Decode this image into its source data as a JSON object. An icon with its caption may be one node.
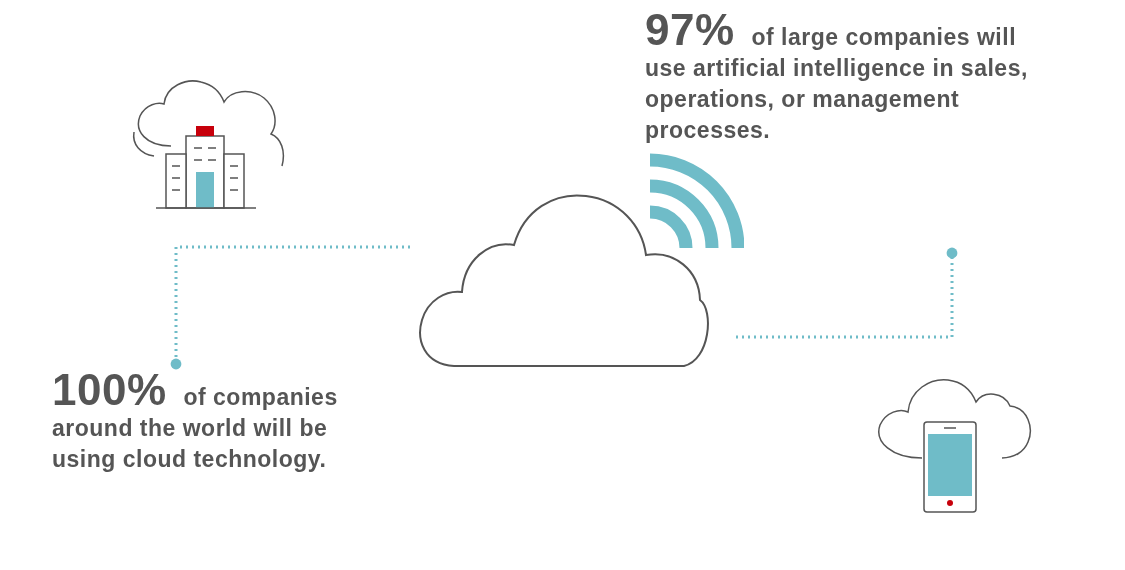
{
  "diagram": {
    "nodes": [
      {
        "text": [],
        "shape": "picture"
      },
      {
        "text": [],
        "shape": "cloud"
      },
      {
        "text": [],
        "shape": "picture"
      },
      {
        "text": [
          "97%",
          "of large companies will use artificial intelligence in sales, operations, or management processes."
        ]
      },
      {
        "text": [
          "100%",
          "of companies around the world will be using cloud technology."
        ]
      }
    ],
    "edges": [
      {
        "from": 1,
        "to": 4,
        "arrow": "other",
        "style": "dashed"
      },
      {
        "from": 1,
        "to": null,
        "arrow": "other",
        "style": "dashed"
      }
    ]
  }
}
